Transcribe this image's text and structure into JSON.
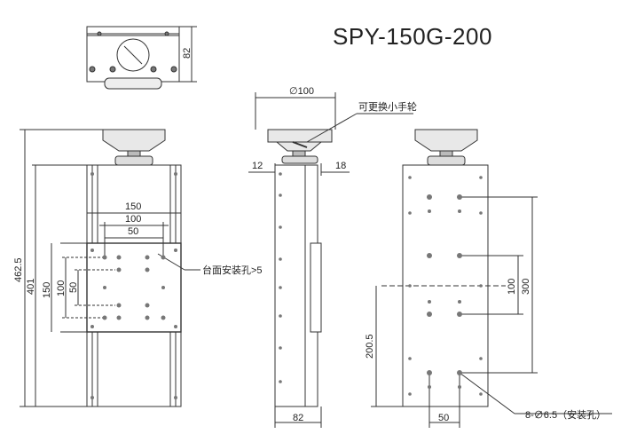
{
  "title": "SPY-150G-200",
  "top_view": {
    "dim_82": "82"
  },
  "front_view": {
    "dim_150_w": "150",
    "dim_100_w": "100",
    "dim_50_w": "50",
    "dim_150_h": "150",
    "dim_100_h": "100",
    "dim_50_h": "50",
    "dim_462_5": "462.5",
    "dim_401": "401",
    "note_table_holes": "台面安装孔>5"
  },
  "side_view": {
    "dim_d100": "∅100",
    "note_handwheel": "可更换小手轮",
    "dim_12": "12",
    "dim_18": "18",
    "dim_82": "82"
  },
  "back_view": {
    "dim_100": "100",
    "dim_300": "300",
    "dim_200_5": "200.5",
    "dim_50": "50",
    "note_mount_holes": "8-∅6.5（安装孔）"
  }
}
